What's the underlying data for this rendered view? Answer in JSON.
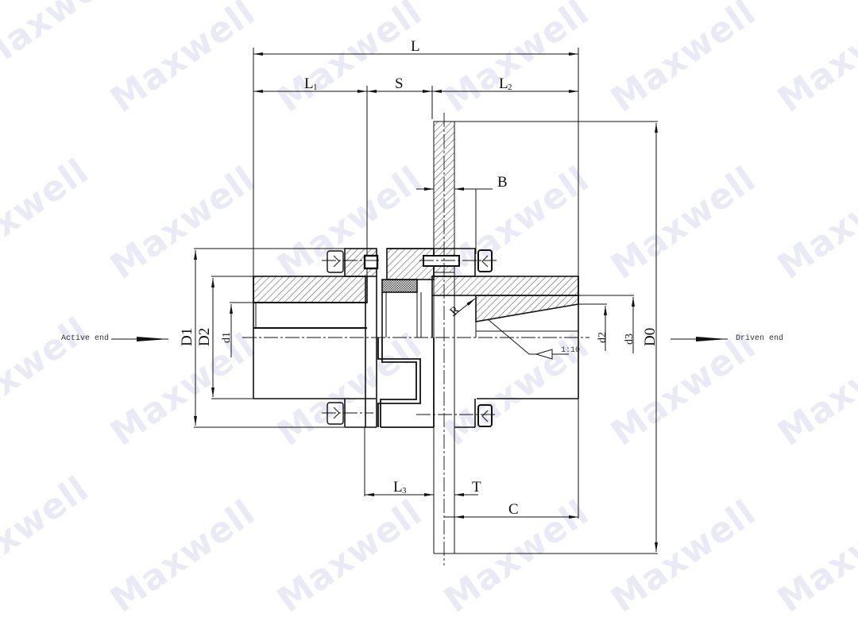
{
  "diagram": {
    "type": "engineering-drawing",
    "subject": "flexible jaw coupling with brake disc, half cross-section",
    "watermark": "Maxwell",
    "labels": {
      "active_end": "Active end",
      "driven_end": "Driven end",
      "taper": "1:10",
      "radius": "R"
    },
    "dimensions": {
      "L": "L",
      "L1": "L",
      "L1_sub": "1",
      "S": "S",
      "L2": "L",
      "L2_sub": "2",
      "L3": "L",
      "L3_sub": "3",
      "T": "T",
      "C": "C",
      "B": "B",
      "D0": "D0",
      "D1": "D1",
      "D2": "D2",
      "d1": "d1",
      "d2": "d2",
      "d3": "d3"
    },
    "colors": {
      "line": "#111111",
      "hatch": "#333333",
      "watermark": "#e9eaf6",
      "elastomer": "#555555"
    }
  }
}
